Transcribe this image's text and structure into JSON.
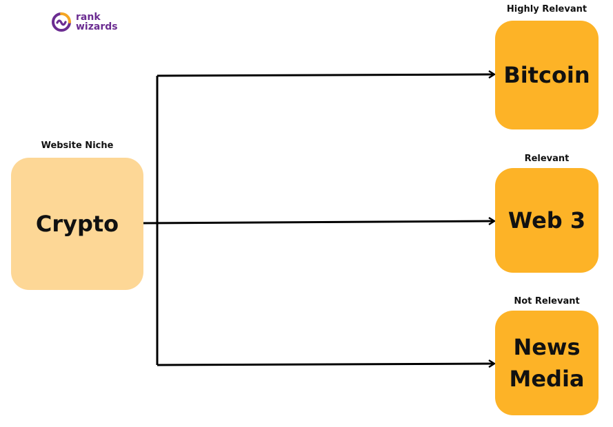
{
  "brand": {
    "line1": "rank",
    "line2": "wizards",
    "color": "#6b2c91",
    "accent": "#f5a623"
  },
  "source": {
    "label": "Website Niche",
    "text": "Crypto",
    "color": "#fdd796"
  },
  "targets": [
    {
      "label": "Highly Relevant",
      "line1": "Bitcoin",
      "line2": ""
    },
    {
      "label": "Relevant",
      "line1": "Web 3",
      "line2": ""
    },
    {
      "label": "Not Relevant",
      "line1": "News",
      "line2": "Media"
    }
  ],
  "target_color": "#fdb327",
  "connector_color": "#000000"
}
